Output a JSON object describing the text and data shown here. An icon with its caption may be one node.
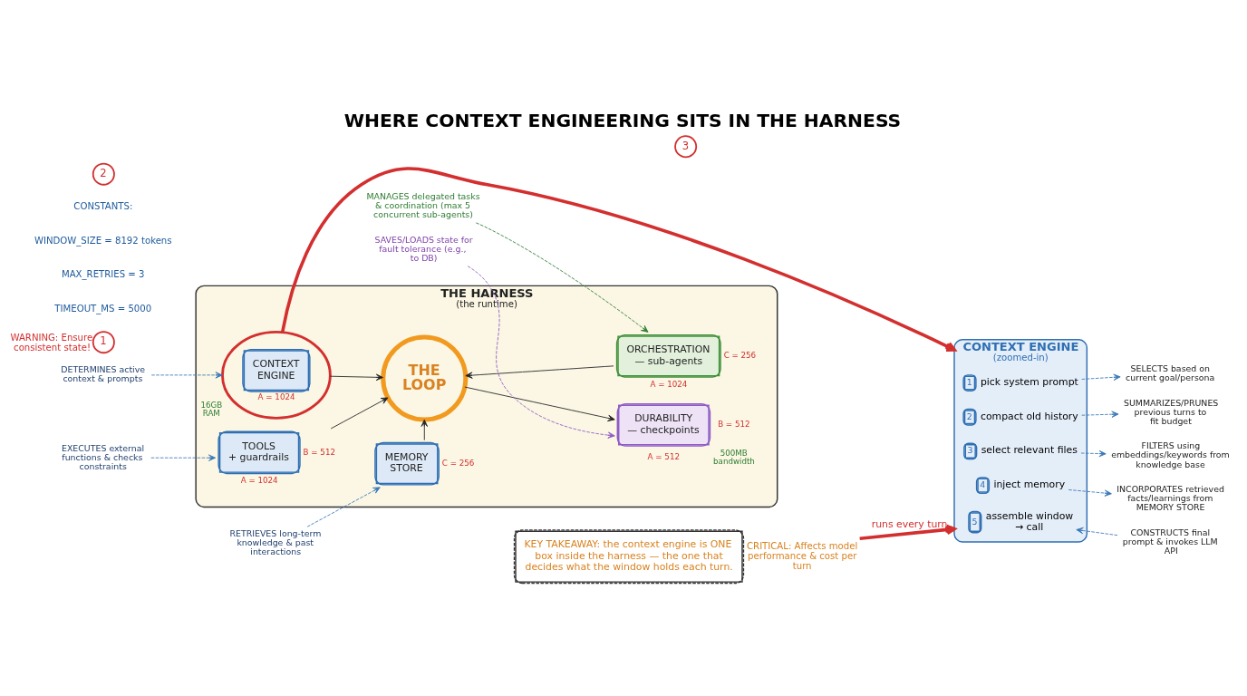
{
  "diagram": {
    "title": "WHERE CONTEXT ENGINEERING SITS IN THE HARNESS",
    "nodes": [
      {
        "text": [
          "2"
        ]
      },
      {
        "text": [
          "1"
        ],
        "beside": [
          "WARNING: Ensure consistent state!"
        ]
      },
      {
        "text": [
          "THE HARNESS",
          "(the runtime)"
        ]
      },
      {
        "text": [
          "TOOLS + guardrails"
        ],
        "in": 2,
        "beside": [
          "B = 512",
          "A = 1024"
        ]
      },
      {
        "text": [
          "THE LOOP"
        ],
        "in": 2
      },
      {
        "text": [
          "DURABILITY — checkpoints"
        ],
        "in": 2,
        "beside": [
          "B = 512",
          "A = 512",
          "500MB bandwidth"
        ]
      },
      {
        "text": [
          "CONTEXT ENGINE",
          "A = 1024"
        ],
        "in": 2,
        "beside": [
          "16GB RAM"
        ]
      },
      {
        "text": [
          "MEMORY STORE"
        ],
        "in": 2,
        "beside": [
          "C = 256"
        ]
      },
      {
        "text": [
          "ORCHESTRATION — sub-agents"
        ],
        "in": 2,
        "beside": [
          "C = 256",
          "A = 1024"
        ]
      },
      {
        "text": [
          "3"
        ]
      },
      {
        "text": [
          "CONTEXT ENGINE",
          "(zoomed-in)"
        ]
      },
      {
        "text": [
          "1",
          "pick system prompt"
        ],
        "in": 10
      },
      {
        "text": [
          "2",
          "compact old history"
        ],
        "in": 10
      },
      {
        "text": [
          "3",
          "select relevant files"
        ],
        "in": 10
      },
      {
        "text": [
          "4",
          "inject memory"
        ],
        "in": 10
      },
      {
        "text": [
          "5",
          "assemble window → call"
        ],
        "in": 10
      },
      {
        "text": [
          "SAVES/LOADS state for fault tolerance (e.g., to DB)"
        ]
      },
      {
        "text": [
          "EXECUTES external functions & checks constraints"
        ]
      },
      {
        "text": [
          "DETERMINES active context & prompts"
        ]
      },
      {
        "text": [
          "SELECTS based on current goal/persona"
        ]
      },
      {
        "text": [
          "SUMMARIZES/PRUNES previous turns to fit budget"
        ]
      },
      {
        "text": [
          "FILTERS using embeddings/keywords from knowledge base"
        ]
      },
      {
        "text": [
          "INCORPORATES retrieved facts/learnings from MEMORY STORE"
        ]
      },
      {
        "text": [
          "CONSTRUCTS final prompt & invokes LLM API"
        ]
      },
      {
        "text": [
          "RETRIEVES long-term knowledge & past interactions"
        ]
      },
      {
        "text": [
          "MANAGES delegated tasks & coordination (max 5 concurrent sub-agents)"
        ]
      },
      {
        "text": [
          "KEY TAKEAWAY: the context engine is ONE box inside the harness — the one that decides what the window holds each turn."
        ],
        "beside": [
          "CRITICAL: Affects model performance & cost per turn"
        ]
      }
    ],
    "edges": [
      {
        "from": 17,
        "to": 3,
        "arrow": "to",
        "style": "dashed"
      },
      {
        "from": 18,
        "to": 6,
        "arrow": "to",
        "style": "dashed"
      },
      {
        "from": 3,
        "to": 4,
        "arrow": "to",
        "color": "#222222"
      },
      {
        "from": 4,
        "to": 5,
        "arrow": "to",
        "color": "#222222"
      },
      {
        "from": 6,
        "to": 4,
        "arrow": "to",
        "color": "#222222"
      },
      {
        "from": 7,
        "to": 4,
        "arrow": "to",
        "color": "#222222"
      },
      {
        "from": 8,
        "to": 4,
        "arrow": "to",
        "color": "#222222"
      },
      {
        "from": 6,
        "to": 10,
        "arrow": "to",
        "style": "thick",
        "color": "#d32f2f"
      },
      {
        "from": 16,
        "to": 5,
        "arrow": "to",
        "style": "dashed",
        "color": "#8e5cc4"
      },
      {
        "from": 24,
        "to": 7,
        "arrow": "to",
        "style": "dashed"
      },
      {
        "from": 25,
        "to": 8,
        "arrow": "to",
        "style": "dashed",
        "color": "#2e7d32"
      },
      {
        "from": 11,
        "to": 19,
        "arrow": "to",
        "style": "dashed"
      },
      {
        "from": 12,
        "to": 20,
        "arrow": "to",
        "style": "dashed"
      },
      {
        "from": 13,
        "to": 21,
        "arrow": "to",
        "style": "dashed"
      },
      {
        "from": 14,
        "to": 22,
        "arrow": "to",
        "style": "dashed"
      },
      {
        "from": 23,
        "to": 15,
        "arrow": "to",
        "style": "dashed"
      },
      {
        "from": 26,
        "to": 10,
        "arrow": "to",
        "label": "runs every turn",
        "style": "thick",
        "color": "#d32f2f"
      }
    ],
    "labels": [
      "CONSTANTS:",
      "WINDOW_SIZE = 8192 tokens",
      "MAX_RETRIES = 3",
      "TIMEOUT_MS = 5000"
    ]
  }
}
